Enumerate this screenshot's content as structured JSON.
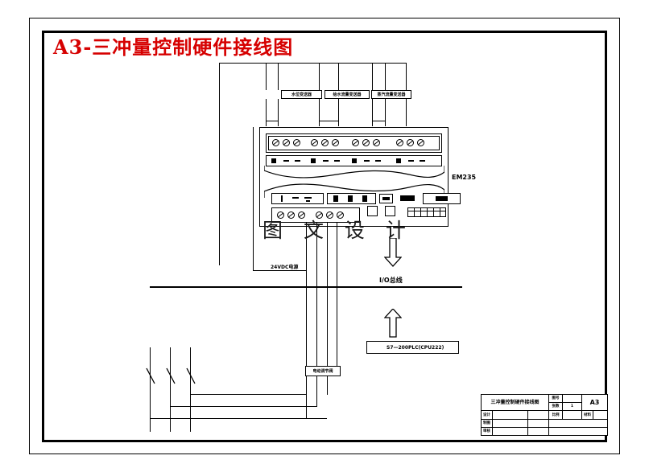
{
  "sheet": {
    "title": "A3-三冲量控制硬件接线图",
    "watermark": "图 文 设 计",
    "border_color": "#000000",
    "title_color": "#d60000"
  },
  "transmitters": [
    {
      "name": "water-level-transmitter",
      "label": "水位变送器"
    },
    {
      "name": "feedwater-flow-transmitter",
      "label": "给水流量变送器"
    },
    {
      "name": "steam-flow-transmitter",
      "label": "蒸汽流量变送器"
    }
  ],
  "module": {
    "label": "EM235",
    "top_terminal_groups": 4,
    "top_terminals_per_group": 3,
    "bottom_terminal_groups": 2,
    "bottom_terminals_per_group": 3,
    "dip_switch_count": 6
  },
  "bus": {
    "label": "I/O总线"
  },
  "plc": {
    "label": "S7—200PLC(CPU222)"
  },
  "power": {
    "label": "24VDC电源"
  },
  "actuator": {
    "label": "电动调节阀"
  },
  "title_block": {
    "drawing_name": "三冲量控制硬件接线图",
    "rows": [
      {
        "c1": "设计",
        "c2": "",
        "c3": "",
        "c4": "比例",
        "c5": "",
        "c6": "",
        "c7": ""
      },
      {
        "c1": "制图",
        "c2": "",
        "c3": "",
        "c4": "",
        "c5": "",
        "c6": "",
        "c7": ""
      },
      {
        "c1": "审核",
        "c2": "",
        "c3": "",
        "c4": "",
        "c5": "",
        "c6": "",
        "c7": ""
      }
    ],
    "sheet_label_1": "图号",
    "sheet_label_2": "张数",
    "sheet_count": "1",
    "sheet_size": "A3",
    "material_label": "材料"
  }
}
